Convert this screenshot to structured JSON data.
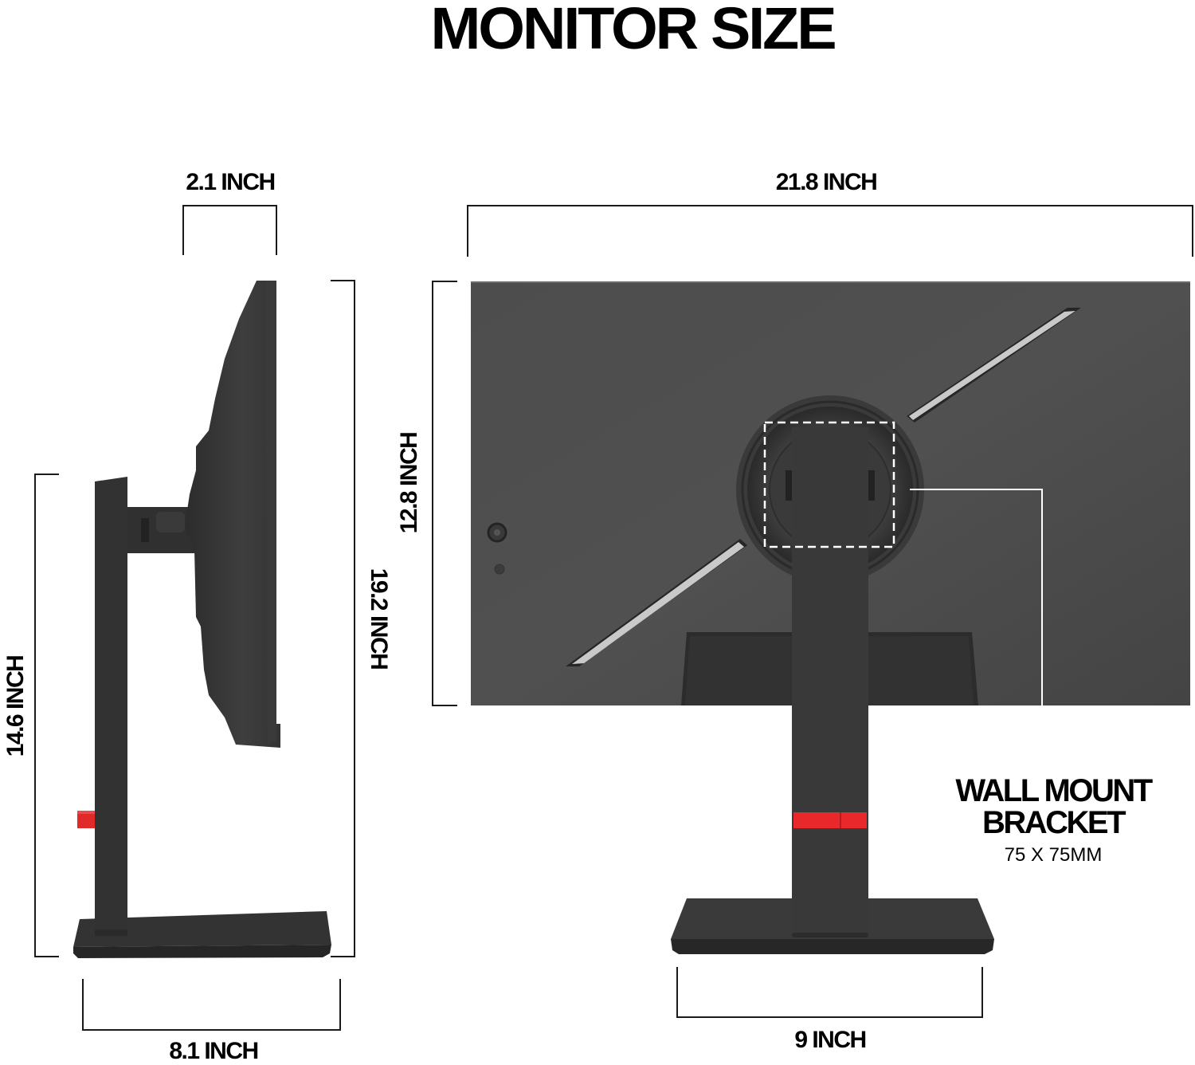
{
  "title": "MONITOR SIZE",
  "colors": {
    "background": "#ffffff",
    "text": "#000000",
    "monitor_body": "#4a4a4a",
    "monitor_dark": "#2f2f2f",
    "stand": "#383838",
    "accent_red": "#e8282a",
    "slot_light": "#c8c8c8",
    "callout_line": "#ffffff"
  },
  "side_view": {
    "depth_label": "2.1 INCH",
    "height_with_stand_label": "14.6 INCH",
    "total_height_label": "19.2 INCH",
    "base_depth_label": "8.1 INCH"
  },
  "rear_view": {
    "width_label": "21.8 INCH",
    "panel_height_label": "12.8 INCH",
    "base_width_label": "9 INCH"
  },
  "callout": {
    "line1": "WALL MOUNT",
    "line2": "BRACKET",
    "line3": "75 X 75MM"
  },
  "icons": {
    "joystick": "control-joystick-icon",
    "power": "power-button-icon",
    "vesa": "vesa-mount-dashed-box"
  }
}
